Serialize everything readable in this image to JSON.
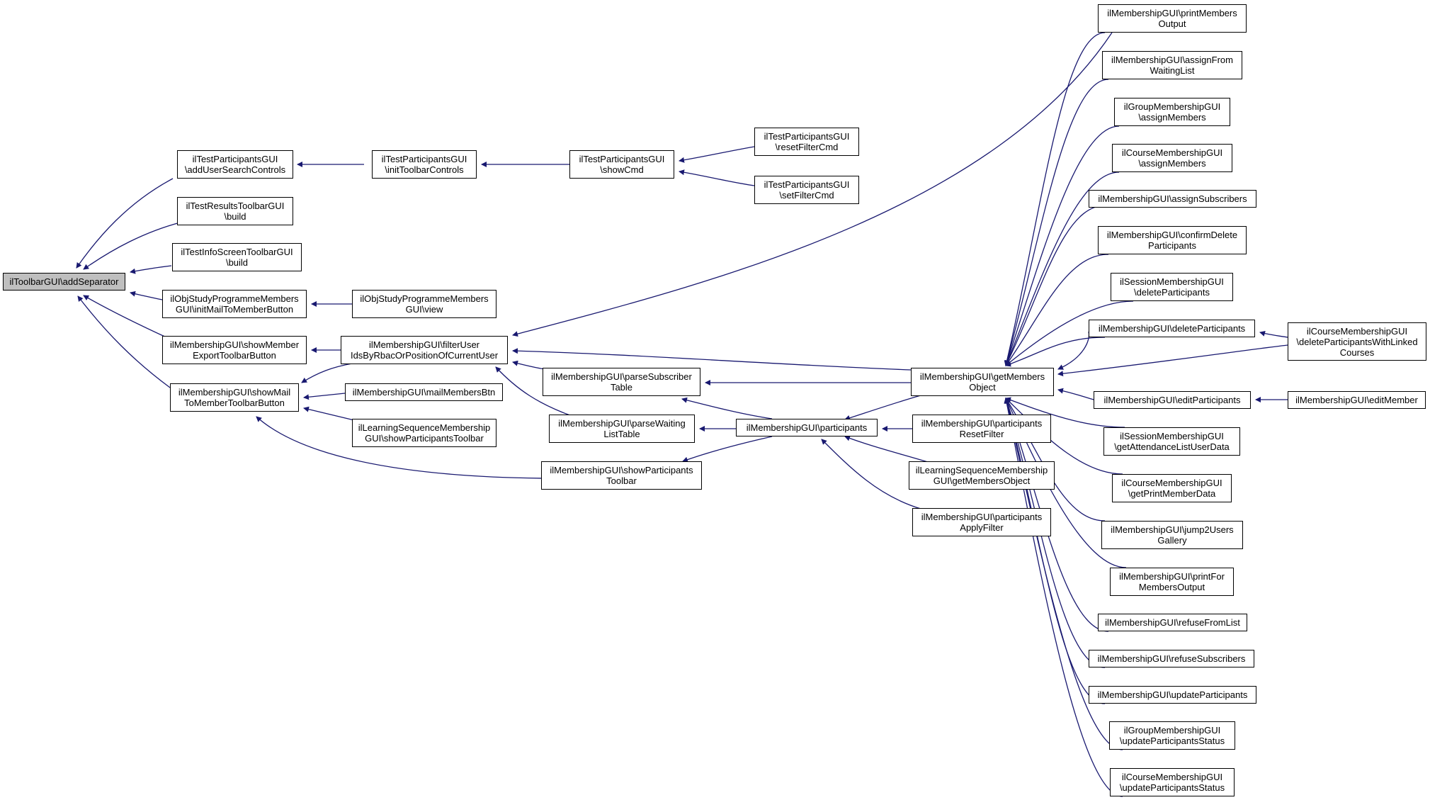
{
  "diagram": {
    "edge_color": "#191970",
    "root_fill": "#bfbfbf",
    "node_fill": "#ffffff",
    "nodes": {
      "addSeparator": [
        "ilToolbarGUI\\addSeparator"
      ],
      "addUserSearchControls": [
        "ilTestParticipantsGUI",
        "\\addUserSearchControls"
      ],
      "testResultsBuild": [
        "ilTestResultsToolbarGUI",
        "\\build"
      ],
      "testInfoBuild": [
        "ilTestInfoScreenToolbarGUI",
        "\\build"
      ],
      "initMailToMemberButton": [
        "ilObjStudyProgrammeMembers",
        "GUI\\initMailToMemberButton"
      ],
      "showMemberExport": [
        "ilMembershipGUI\\showMember",
        "ExportToolbarButton"
      ],
      "showMailToMember": [
        "ilMembershipGUI\\showMail",
        "ToMemberToolbarButton"
      ],
      "initToolbarControls": [
        "ilTestParticipantsGUI",
        "\\initToolbarControls"
      ],
      "studyProgrammeView": [
        "ilObjStudyProgrammeMembers",
        "GUI\\view"
      ],
      "filterUserIds": [
        "ilMembershipGUI\\filterUser",
        "IdsByRbacOrPositionOfCurrentUser"
      ],
      "mailMembersBtn": [
        "ilMembershipGUI\\mailMembersBtn"
      ],
      "lsShowParticipantsToolbar": [
        "ilLearningSequenceMembership",
        "GUI\\showParticipantsToolbar"
      ],
      "showCmd": [
        "ilTestParticipantsGUI",
        "\\showCmd"
      ],
      "parseSubscriberTable": [
        "ilMembershipGUI\\parseSubscriber",
        "Table"
      ],
      "parseWaitingListTable": [
        "ilMembershipGUI\\parseWaiting",
        "ListTable"
      ],
      "showParticipantsToolbar": [
        "ilMembershipGUI\\showParticipants",
        "Toolbar"
      ],
      "resetFilterCmd": [
        "ilTestParticipantsGUI",
        "\\resetFilterCmd"
      ],
      "setFilterCmd": [
        "ilTestParticipantsGUI",
        "\\setFilterCmd"
      ],
      "participants": [
        "ilMembershipGUI\\participants"
      ],
      "getMembersObject": [
        "ilMembershipGUI\\getMembers",
        "Object"
      ],
      "participantsResetFilter": [
        "ilMembershipGUI\\participants",
        "ResetFilter"
      ],
      "lsGetMembersObject": [
        "ilLearningSequenceMembership",
        "GUI\\getMembersObject"
      ],
      "participantsApplyFilter": [
        "ilMembershipGUI\\participants",
        "ApplyFilter"
      ],
      "printMembersOutput": [
        "ilMembershipGUI\\printMembers",
        "Output"
      ],
      "assignFromWaitingList": [
        "ilMembershipGUI\\assignFrom",
        "WaitingList"
      ],
      "groupAssignMembers": [
        "ilGroupMembershipGUI",
        "\\assignMembers"
      ],
      "courseAssignMembers": [
        "ilCourseMembershipGUI",
        "\\assignMembers"
      ],
      "assignSubscribers": [
        "ilMembershipGUI\\assignSubscribers"
      ],
      "confirmDeleteParticipants": [
        "ilMembershipGUI\\confirmDelete",
        "Participants"
      ],
      "sessionDeleteParticipants": [
        "ilSessionMembershipGUI",
        "\\deleteParticipants"
      ],
      "deleteParticipants": [
        "ilMembershipGUI\\deleteParticipants"
      ],
      "editParticipants": [
        "ilMembershipGUI\\editParticipants"
      ],
      "getAttendanceListUserData": [
        "ilSessionMembershipGUI",
        "\\getAttendanceListUserData"
      ],
      "getPrintMemberData": [
        "ilCourseMembershipGUI",
        "\\getPrintMemberData"
      ],
      "jump2UsersGallery": [
        "ilMembershipGUI\\jump2Users",
        "Gallery"
      ],
      "printForMembersOutput": [
        "ilMembershipGUI\\printFor",
        "MembersOutput"
      ],
      "refuseFromList": [
        "ilMembershipGUI\\refuseFromList"
      ],
      "refuseSubscribers": [
        "ilMembershipGUI\\refuseSubscribers"
      ],
      "updateParticipants": [
        "ilMembershipGUI\\updateParticipants"
      ],
      "groupUpdateParticipantsStatus": [
        "ilGroupMembershipGUI",
        "\\updateParticipantsStatus"
      ],
      "courseUpdateParticipantsStatus": [
        "ilCourseMembershipGUI",
        "\\updateParticipantsStatus"
      ],
      "deleteParticipantsWithLinkedCourses": [
        "ilCourseMembershipGUI",
        "\\deleteParticipantsWithLinked",
        "Courses"
      ],
      "editMember": [
        "ilMembershipGUI\\editMember"
      ]
    }
  }
}
